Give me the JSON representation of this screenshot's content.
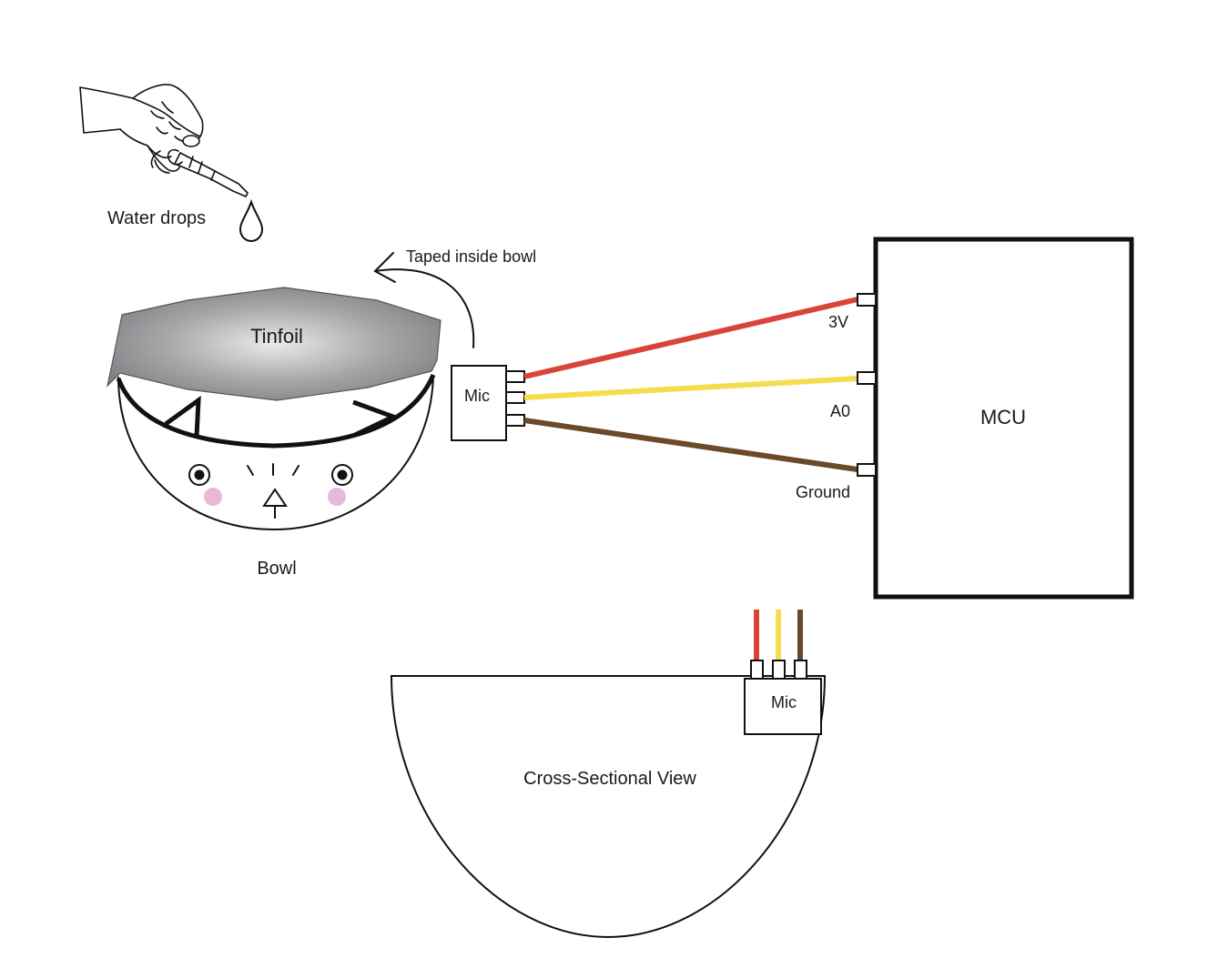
{
  "diagram": {
    "labels": {
      "water_drops": "Water drops",
      "taped_inside_bowl": "Taped inside bowl",
      "tinfoil": "Tinfoil",
      "bowl": "Bowl",
      "mic": "Mic",
      "mcu": "MCU",
      "pin_3v": "3V",
      "pin_a0": "A0",
      "pin_ground": "Ground",
      "cross_section_mic": "Mic",
      "cross_section_title": "Cross-Sectional View"
    },
    "wire_colors": {
      "power": "#d9443a",
      "signal": "#f5dc4e",
      "ground": "#6b4a2b"
    },
    "tinfoil_color": "#8e8f91"
  }
}
